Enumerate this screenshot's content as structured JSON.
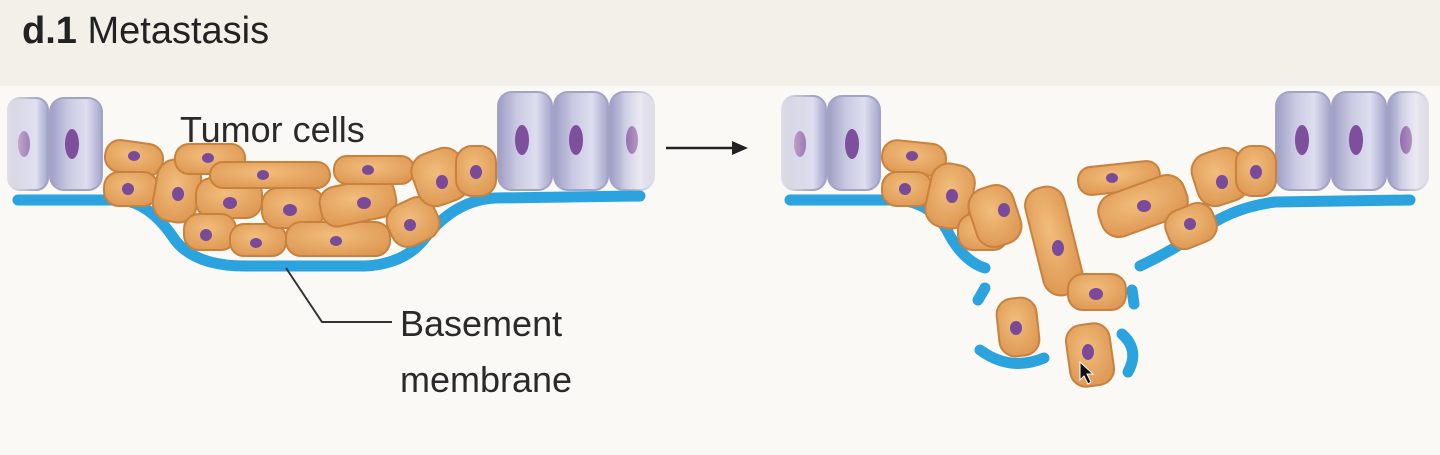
{
  "title": {
    "number": "d.1",
    "text": "Metastasis"
  },
  "labels": {
    "tumor_cells": "Tumor cells",
    "basement_line1": "Basement",
    "basement_line2": "membrane"
  },
  "colors": {
    "membrane": "#2aa3df",
    "tumor_cell": "#e6a560",
    "tumor_outline": "#c8823d",
    "nucleus": "#7a4a9a",
    "epithelium": "#b9b9d6",
    "epithelium_edge": "#9a9abf"
  }
}
